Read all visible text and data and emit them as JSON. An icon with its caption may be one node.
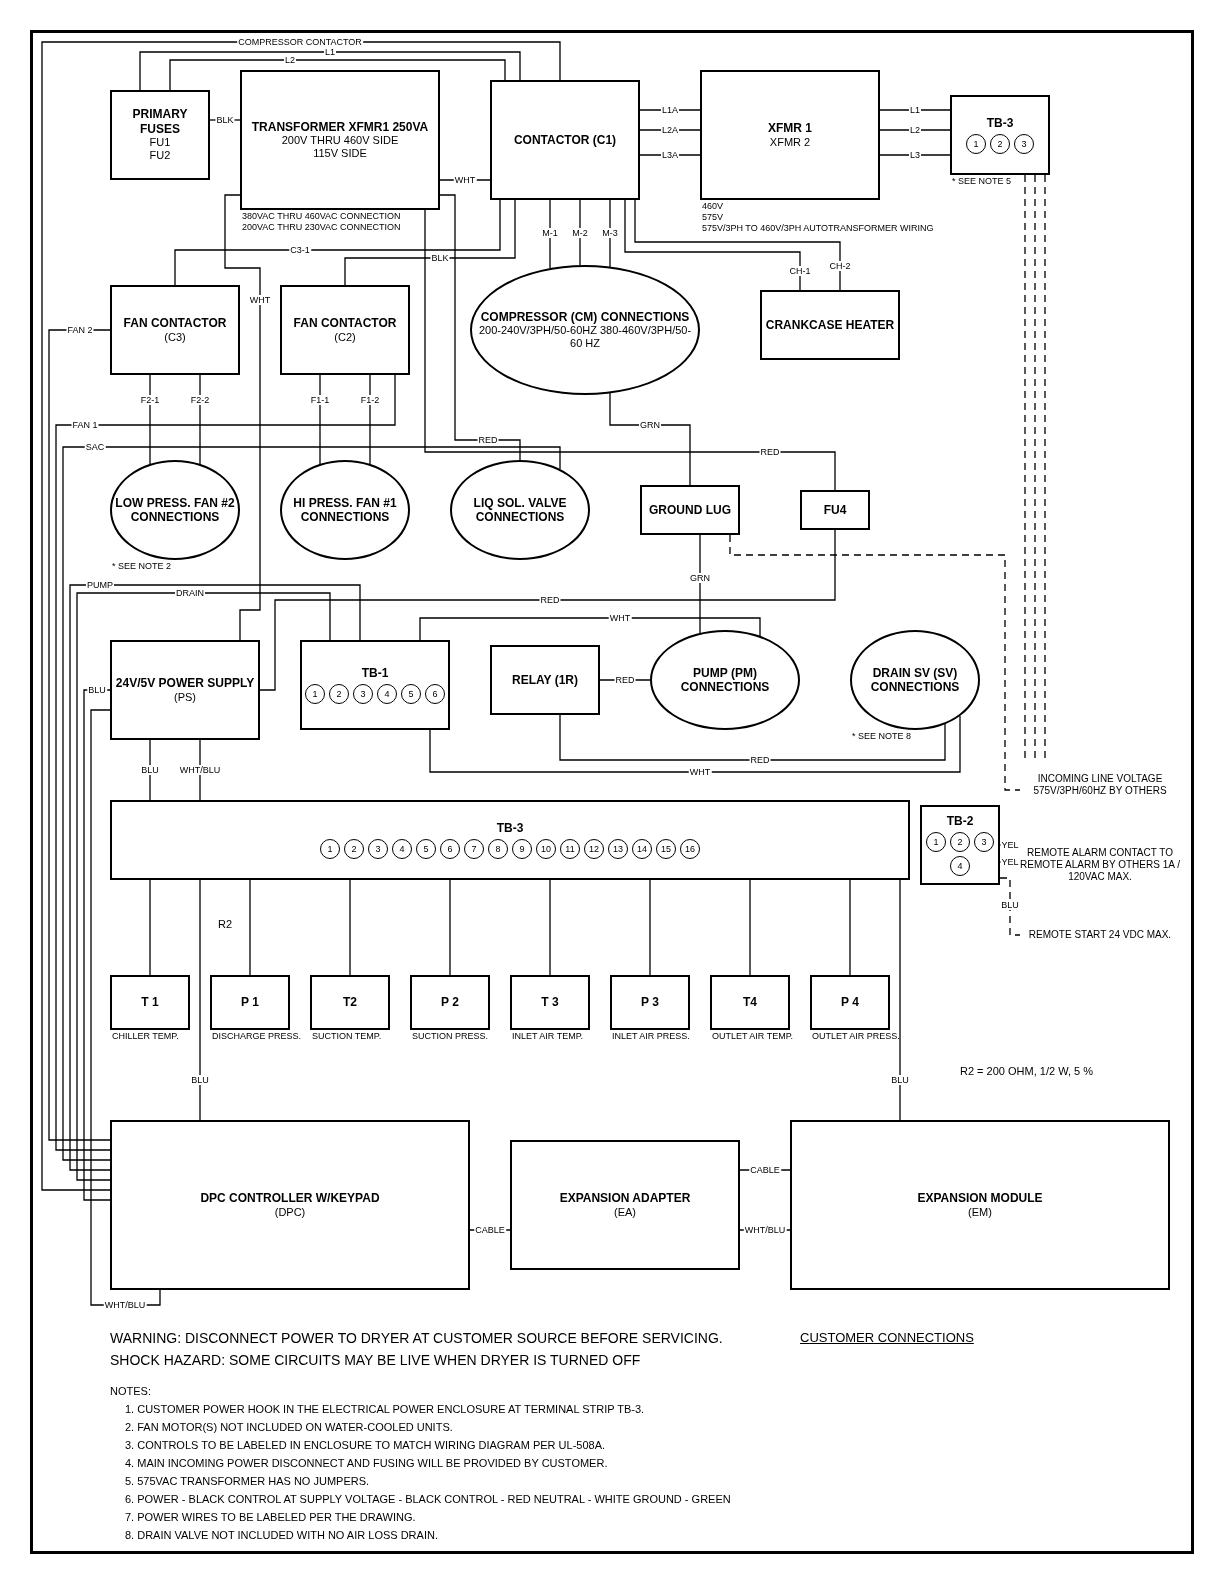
{
  "diagram": {
    "nodes": [
      {
        "text": [
          "PRIMARY FUSES",
          "FU1",
          "FU2"
        ]
      },
      {
        "text": [
          "FU4"
        ]
      },
      {
        "text": [
          "TRANSFORMER XFMR1 250VA",
          "200V THRU 460V SIDE",
          "115V SIDE"
        ],
        "beside": [
          "380VAC THRU 460VAC CONNECTION",
          "200VAC THRU 230VAC CONNECTION"
        ]
      },
      {
        "text": [
          "CONTACTOR (C1)"
        ]
      },
      {
        "text": [
          "XFMR 1",
          "XFMR 2"
        ],
        "beside": [
          "460V",
          "575V",
          "575V/3PH TO 460V/3PH AUTOTRANSFORMER WIRING"
        ]
      },
      {
        "text": [
          "TB-3",
          "1",
          "2",
          "3"
        ],
        "beside": [
          "* SEE NOTE 5"
        ]
      },
      {
        "text": [
          "FAN CONTACTOR",
          "(C3)"
        ]
      },
      {
        "text": [
          "FAN CONTACTOR",
          "(C2)"
        ]
      },
      {
        "text": [
          "COMPRESSOR (CM) CONNECTIONS",
          "200-240V/3PH/50-60HZ 380-460V/3PH/50-60 HZ"
        ]
      },
      {
        "text": [
          "CRANKCASE HEATER"
        ]
      },
      {
        "text": [
          "HI PRESS. FAN #1 CONNECTIONS"
        ]
      },
      {
        "text": [
          "LOW PRESS. FAN #2 CONNECTIONS"
        ],
        "beside": [
          "* SEE NOTE 2"
        ]
      },
      {
        "text": [
          "LIQ SOL. VALVE CONNECTIONS"
        ]
      },
      {
        "text": [
          "GROUND LUG"
        ]
      },
      {
        "text": [
          "24V/5V POWER SUPPLY",
          "(PS)"
        ]
      },
      {
        "text": [
          "TB-1",
          "1",
          "2",
          "3",
          "4",
          "5",
          "6"
        ]
      },
      {
        "text": [
          "RELAY (1R)"
        ]
      },
      {
        "text": [
          "PUMP (PM) CONNECTIONS"
        ]
      },
      {
        "text": [
          "DRAIN SV (SV) CONNECTIONS"
        ],
        "beside": [
          "* SEE NOTE 8"
        ]
      },
      {
        "text": [
          "TB-3",
          "1",
          "2",
          "3",
          "4",
          "5",
          "6",
          "7",
          "8",
          "9",
          "10",
          "11",
          "12",
          "13",
          "14",
          "15",
          "16"
        ]
      },
      {
        "text": [
          "TB-2",
          "1",
          "2",
          "3",
          "4"
        ]
      },
      {
        "text": [
          "REMOTE ALARM CONTACT TO REMOTE ALARM BY OTHERS 1A / 120VAC MAX."
        ]
      },
      {
        "text": [
          "REMOTE START 24 VDC MAX."
        ]
      },
      {
        "text": [
          "INCOMING LINE VOLTAGE 575V/3PH/60HZ BY OTHERS"
        ]
      },
      {
        "text": [
          "T 1"
        ],
        "beside": [
          "CHILLER TEMP."
        ]
      },
      {
        "text": [
          "P 1"
        ],
        "beside": [
          "DISCHARGE PRESS."
        ]
      },
      {
        "text": [
          "T2"
        ],
        "beside": [
          "SUCTION TEMP."
        ]
      },
      {
        "text": [
          "P 2"
        ],
        "beside": [
          "SUCTION PRESS."
        ]
      },
      {
        "text": [
          "T 3"
        ],
        "beside": [
          "INLET AIR TEMP."
        ]
      },
      {
        "text": [
          "P 3"
        ],
        "beside": [
          "INLET AIR PRESS."
        ]
      },
      {
        "text": [
          "T4"
        ],
        "beside": [
          "OUTLET AIR TEMP."
        ]
      },
      {
        "text": [
          "P 4"
        ],
        "beside": [
          "OUTLET AIR PRESS."
        ]
      },
      {
        "text": [
          "DPC CONTROLLER W/KEYPAD",
          "(DPC)"
        ]
      },
      {
        "text": [
          "EXPANSION ADAPTER",
          "(EA)"
        ]
      },
      {
        "text": [
          "EXPANSION MODULE",
          "(EM)"
        ]
      }
    ],
    "edges": [
      {
        "from": 0,
        "to": 2,
        "arrow": "none",
        "label": "BLK"
      },
      {
        "from": 3,
        "to": 0,
        "arrow": "none",
        "label": "L1"
      },
      {
        "from": 3,
        "to": 0,
        "arrow": "none",
        "label": "L2"
      },
      {
        "from": 4,
        "to": 3,
        "arrow": "none",
        "label": "L1A"
      },
      {
        "from": 4,
        "to": 3,
        "arrow": "none",
        "label": "L2A"
      },
      {
        "from": 4,
        "to": 3,
        "arrow": "none",
        "label": "L3A"
      },
      {
        "from": 5,
        "to": 4,
        "arrow": "none",
        "label": "L1"
      },
      {
        "from": 5,
        "to": 4,
        "arrow": "none",
        "label": "L2"
      },
      {
        "from": 5,
        "to": 4,
        "arrow": "none",
        "label": "L3"
      },
      {
        "from": 3,
        "to": 8,
        "arrow": "none",
        "label": "M-1"
      },
      {
        "from": 3,
        "to": 8,
        "arrow": "none",
        "label": "M-2"
      },
      {
        "from": 3,
        "to": 8,
        "arrow": "none",
        "label": "M-3"
      },
      {
        "from": 3,
        "to": 9,
        "arrow": "none",
        "label": "CH-1"
      },
      {
        "from": 3,
        "to": 9,
        "arrow": "none",
        "label": "CH-2"
      },
      {
        "from": 3,
        "to": 6,
        "arrow": "none",
        "label": "C3-1"
      },
      {
        "from": 3,
        "to": 7,
        "arrow": "none",
        "label": "BLK"
      },
      {
        "from": 6,
        "to": 11,
        "arrow": "none",
        "label": "F2-1"
      },
      {
        "from": 6,
        "to": 11,
        "arrow": "none",
        "label": "F2-2"
      },
      {
        "from": 7,
        "to": 10,
        "arrow": "none",
        "label": "F1-1"
      },
      {
        "from": 7,
        "to": 10,
        "arrow": "none",
        "label": "F1-2"
      },
      {
        "from": 2,
        "to": 3,
        "arrow": "none",
        "label": "WHT"
      },
      {
        "from": 2,
        "to": 12,
        "arrow": "none",
        "label": "RED"
      },
      {
        "from": 13,
        "to": 8,
        "arrow": "none",
        "label": "GRN"
      },
      {
        "from": 13,
        "to": 17,
        "arrow": "none",
        "label": "GRN"
      },
      {
        "from": 16,
        "to": 17,
        "arrow": "none",
        "label": "RED"
      },
      {
        "from": 15,
        "to": 17,
        "arrow": "none",
        "label": "WHT"
      },
      {
        "from": 15,
        "to": 18,
        "arrow": "none",
        "label": "WHT"
      },
      {
        "from": 16,
        "to": 18,
        "arrow": "none",
        "label": "RED"
      },
      {
        "from": 1,
        "to": 14,
        "arrow": "none",
        "label": "RED"
      },
      {
        "from": 2,
        "to": 14,
        "arrow": "none",
        "label": "WHT"
      },
      {
        "from": 2,
        "to": 1,
        "arrow": "none",
        "label": "RED"
      },
      {
        "from": 14,
        "to": 19,
        "arrow": "none",
        "label": "BLU"
      },
      {
        "from": 14,
        "to": 19,
        "arrow": "none",
        "label": "WHT/BLU"
      },
      {
        "from": 14,
        "to": 32,
        "arrow": "none",
        "label": "BLU"
      },
      {
        "from": 14,
        "to": 32,
        "arrow": "none",
        "label": "WHT/BLU"
      },
      {
        "from": 32,
        "to": 6,
        "arrow": "none",
        "label": "FAN 2"
      },
      {
        "from": 32,
        "to": 7,
        "arrow": "none",
        "label": "FAN 1"
      },
      {
        "from": 32,
        "to": 12,
        "arrow": "none",
        "label": "SAC"
      },
      {
        "from": 32,
        "to": 15,
        "arrow": "none",
        "label": "PUMP"
      },
      {
        "from": 32,
        "to": 15,
        "arrow": "none",
        "label": "DRAIN"
      },
      {
        "from": 32,
        "to": 3,
        "arrow": "none",
        "label": "COMPRESSOR CONTACTOR"
      },
      {
        "from": 32,
        "to": 33,
        "arrow": "none",
        "label": "CABLE"
      },
      {
        "from": 33,
        "to": 34,
        "arrow": "none",
        "label": "CABLE"
      },
      {
        "from": 33,
        "to": 34,
        "arrow": "none",
        "label": "WHT/BLU"
      },
      {
        "from": 20,
        "to": 21,
        "arrow": "none",
        "label": "YEL",
        "style": "dashed"
      },
      {
        "from": 20,
        "to": 21,
        "arrow": "none",
        "label": "YEL",
        "style": "dashed"
      },
      {
        "from": 20,
        "to": 22,
        "arrow": "none",
        "label": "BLU",
        "style": "dashed"
      },
      {
        "from": 5,
        "to": 23,
        "arrow": "none",
        "style": "dashed"
      },
      {
        "from": 5,
        "to": 23,
        "arrow": "none",
        "style": "dashed"
      },
      {
        "from": 5,
        "to": 23,
        "arrow": "none",
        "style": "dashed"
      },
      {
        "from": 13,
        "to": 23,
        "arrow": "none",
        "style": "dashed"
      },
      {
        "from": 24,
        "to": 19,
        "arrow": "none"
      },
      {
        "from": 25,
        "to": 19,
        "arrow": "none"
      },
      {
        "from": 26,
        "to": 19,
        "arrow": "none"
      },
      {
        "from": 27,
        "to": 19,
        "arrow": "none"
      },
      {
        "from": 28,
        "to": 19,
        "arrow": "none"
      },
      {
        "from": 29,
        "to": 19,
        "arrow": "none"
      },
      {
        "from": 30,
        "to": 19,
        "arrow": "none"
      },
      {
        "from": 31,
        "to": 19,
        "arrow": "none"
      },
      {
        "from": 19,
        "to": 32,
        "arrow": "none",
        "label": "BLU"
      },
      {
        "from": 19,
        "to": 34,
        "arrow": "none",
        "label": "BLU"
      }
    ],
    "labels": [
      "R2",
      "R2 = 200 OHM, 1/2 W, 5 %",
      "WARNING: DISCONNECT POWER TO DRYER AT CUSTOMER SOURCE BEFORE SERVICING.",
      "SHOCK HAZARD: SOME CIRCUITS MAY BE LIVE WHEN DRYER IS TURNED OFF",
      "CUSTOMER CONNECTIONS",
      "NOTES:",
      "1. CUSTOMER POWER HOOK IN THE ELECTRICAL POWER ENCLOSURE AT TERMINAL STRIP TB-3.",
      "2. FAN MOTOR(S) NOT INCLUDED ON WATER-COOLED UNITS.",
      "3. CONTROLS TO BE LABELED IN ENCLOSURE TO MATCH WIRING DIAGRAM PER UL-508A.",
      "4. MAIN INCOMING POWER DISCONNECT AND FUSING WILL BE PROVIDED BY CUSTOMER.",
      "5. 575VAC TRANSFORMER HAS NO JUMPERS.",
      "6. POWER - BLACK CONTROL AT SUPPLY VOLTAGE - BLACK CONTROL - RED NEUTRAL - WHITE GROUND - GREEN",
      "7. POWER WIRES TO BE LABELED PER THE DRAWING.",
      "8. DRAIN VALVE NOT INCLUDED WITH NO AIR LOSS DRAIN."
    ]
  }
}
